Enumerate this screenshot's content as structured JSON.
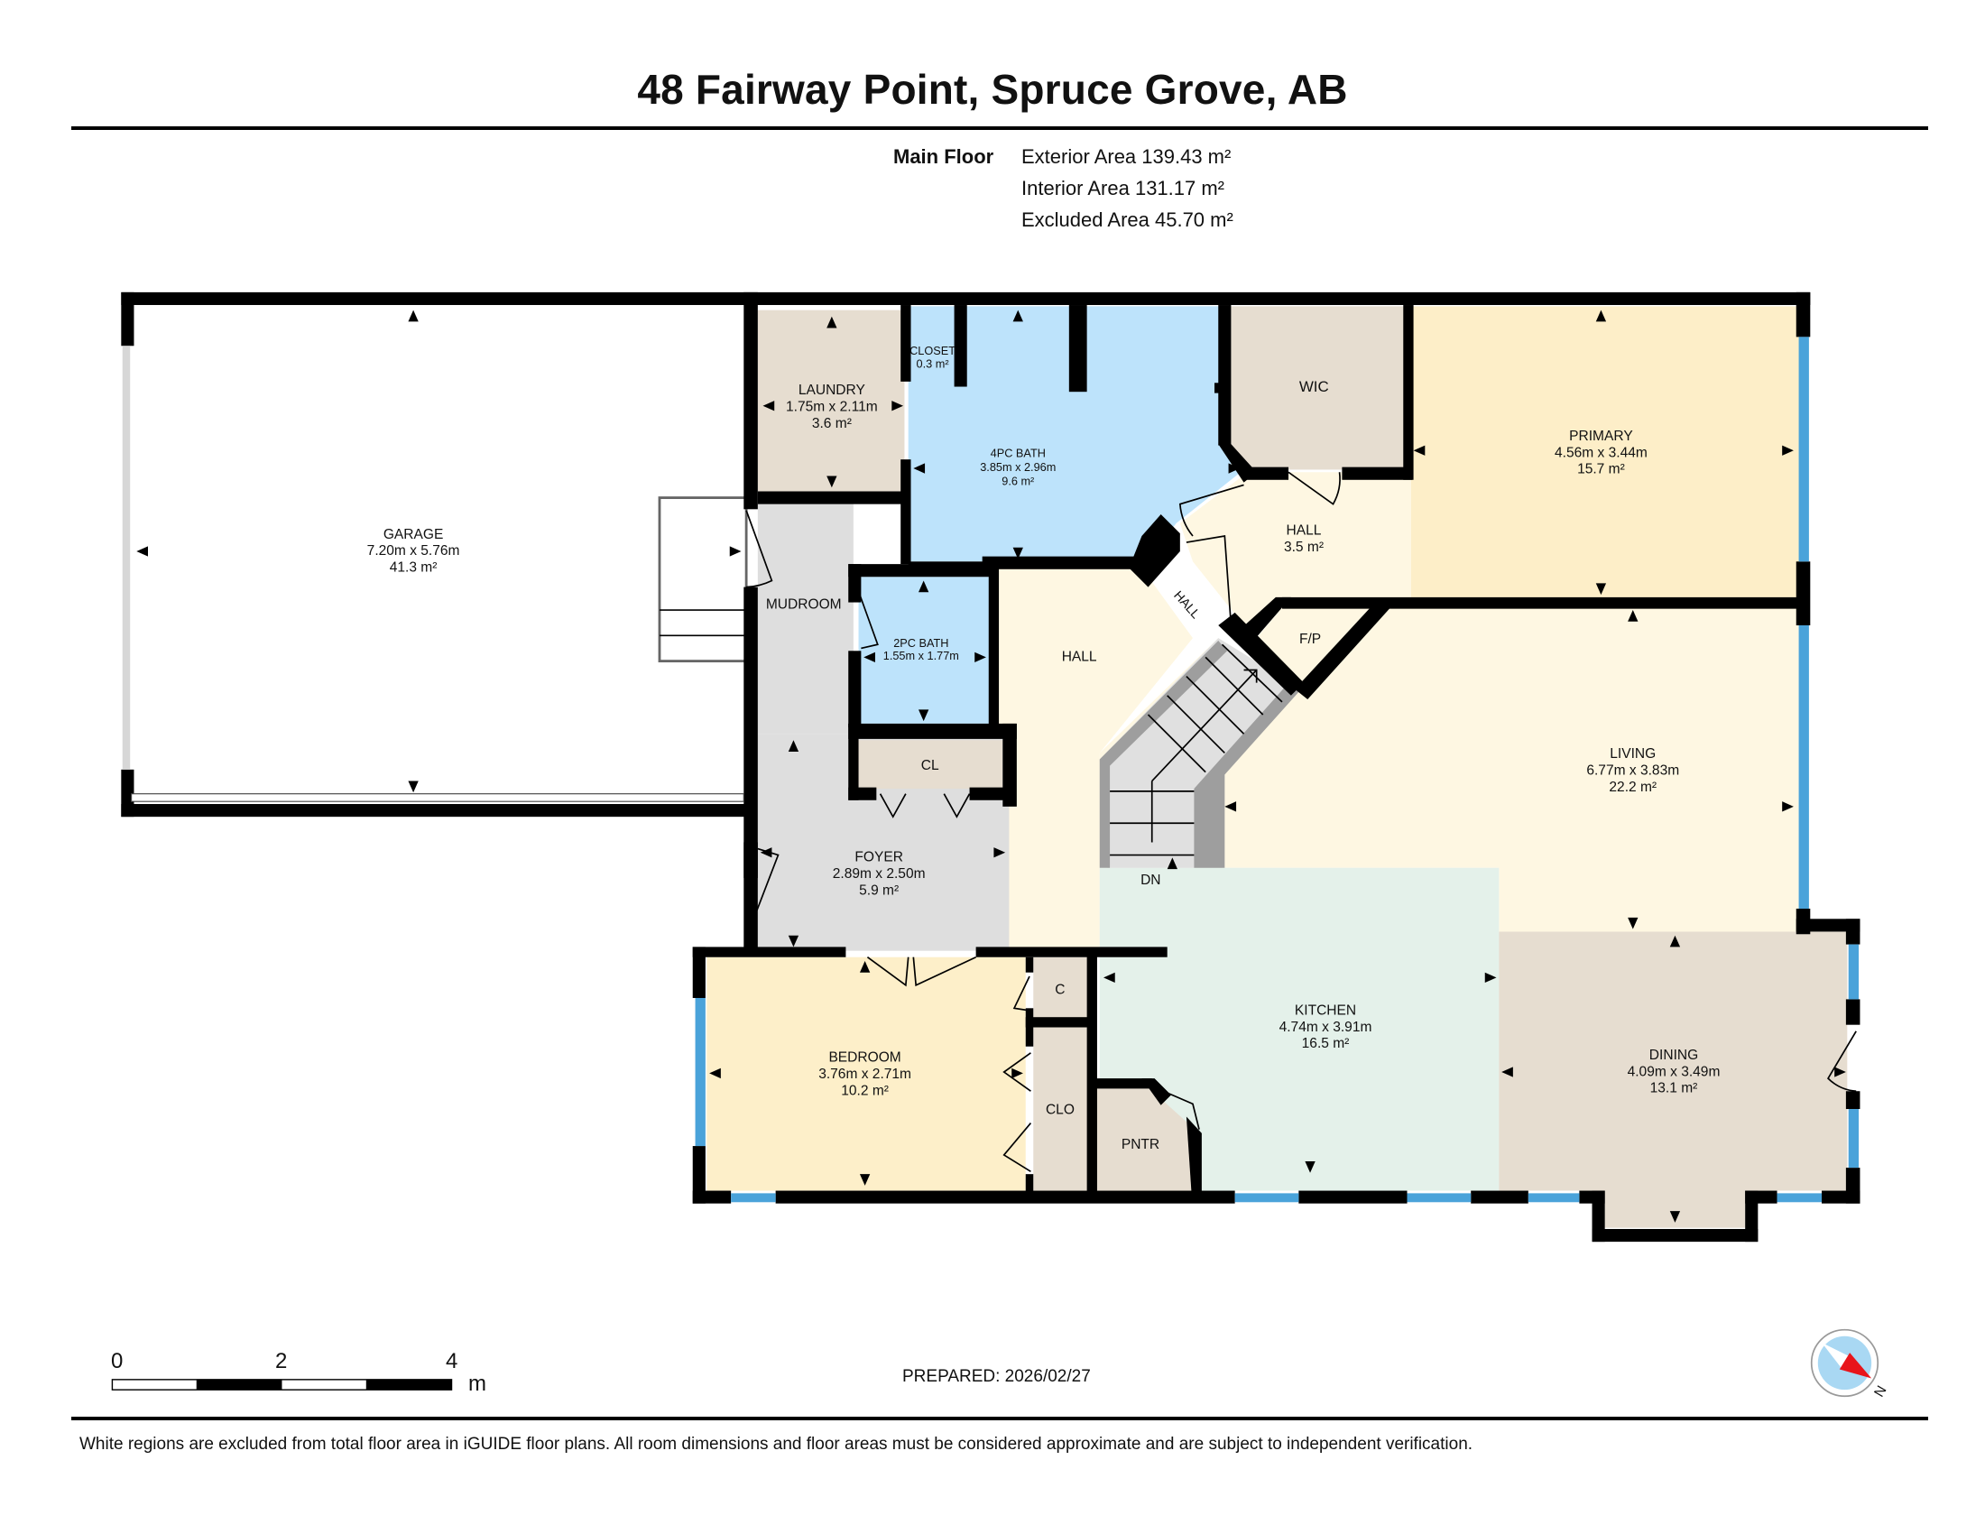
{
  "header": {
    "title": "48 Fairway Point, Spruce Grove, AB",
    "floor_label": "Main Floor",
    "exterior_area": "Exterior Area 139.43 m²",
    "interior_area": "Interior Area 131.17 m²",
    "excluded_area": "Excluded Area 45.70 m²"
  },
  "rooms": {
    "garage": {
      "name": "GARAGE",
      "dims": "7.20m x 5.76m",
      "area": "41.3 m²"
    },
    "laundry": {
      "name": "LAUNDRY",
      "dims": "1.75m x 2.11m",
      "area": "3.6 m²"
    },
    "closet": {
      "name": "CLOSET",
      "area": "0.3 m²"
    },
    "bath4": {
      "name": "4PC BATH",
      "dims": "3.85m x 2.96m",
      "area": "9.6 m²"
    },
    "wic": {
      "name": "WIC"
    },
    "primary": {
      "name": "PRIMARY",
      "dims": "4.56m x 3.44m",
      "area": "15.7 m²"
    },
    "hall_upper": {
      "name": "HALL",
      "area": "3.5 m²"
    },
    "hall_diag": {
      "name": "HALL"
    },
    "mudroom": {
      "name": "MUDROOM"
    },
    "bath2": {
      "name": "2PC BATH",
      "dims": "1.55m x 1.77m"
    },
    "hall_main": {
      "name": "HALL"
    },
    "fp": {
      "name": "F/P"
    },
    "living": {
      "name": "LIVING",
      "dims": "6.77m x 3.83m",
      "area": "22.2 m²"
    },
    "cl": {
      "name": "CL"
    },
    "foyer": {
      "name": "FOYER",
      "dims": "2.89m x 2.50m",
      "area": "5.9 m²"
    },
    "stairs": {
      "name": "DN"
    },
    "kitchen": {
      "name": "KITCHEN",
      "dims": "4.74m x 3.91m",
      "area": "16.5 m²"
    },
    "dining": {
      "name": "DINING",
      "dims": "4.09m x 3.49m",
      "area": "13.1 m²"
    },
    "bedroom": {
      "name": "BEDROOM",
      "dims": "3.76m x 2.71m",
      "area": "10.2 m²"
    },
    "c": {
      "name": "C"
    },
    "clo": {
      "name": "CLO"
    },
    "pntr": {
      "name": "PNTR"
    }
  },
  "colors": {
    "wall": "#000000",
    "garage": "#ffffff",
    "utility": "#e6ddd0",
    "bath": "#bde3fb",
    "bedroom": "#fdefc9",
    "living": "#fef7e2",
    "kitchen": "#e4f1ea",
    "foyer": "#dedede",
    "window": "#4aa3da",
    "compass_red": "#e8151b",
    "compass_blue": "#a9d8f3"
  },
  "scale_bar": {
    "ticks": [
      "0",
      "2",
      "4"
    ],
    "unit": "m"
  },
  "compass": {
    "label": "N",
    "icon": "compass-icon"
  },
  "footer": {
    "prepared": "PREPARED: 2026/02/27",
    "disclaimer": "White regions are excluded from total floor area in iGUIDE floor plans. All room dimensions and floor areas must be considered approximate and are subject to independent verification."
  }
}
